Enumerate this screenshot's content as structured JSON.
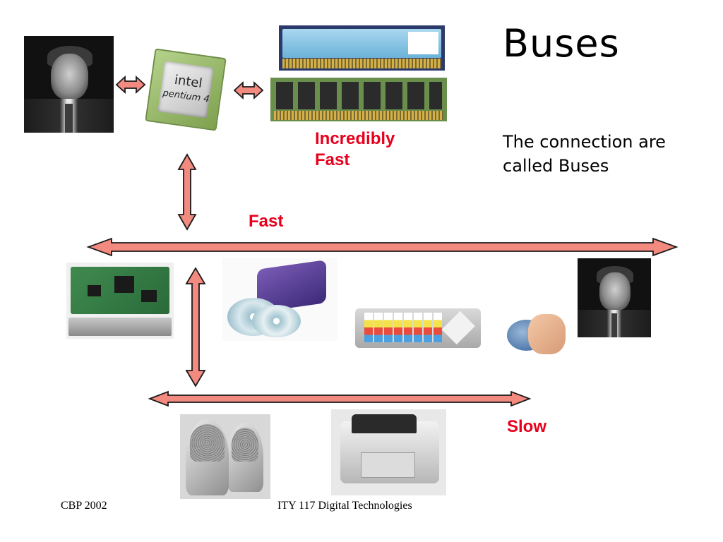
{
  "slide": {
    "title": "Buses",
    "subtitle": "The connection are called Buses"
  },
  "labels": {
    "incredibly_fast_1": "Incredibly",
    "incredibly_fast_2": "Fast",
    "fast": "Fast",
    "slow": "Slow"
  },
  "cpu": {
    "brand": "intel",
    "model": "pentium 4"
  },
  "footer": {
    "left": "CBP 2002",
    "center": "ITY 117 Digital Technologies"
  },
  "colors": {
    "arrow_fill": "#f28a80",
    "arrow_stroke": "#1a1a1a",
    "label_red": "#e8001c"
  }
}
